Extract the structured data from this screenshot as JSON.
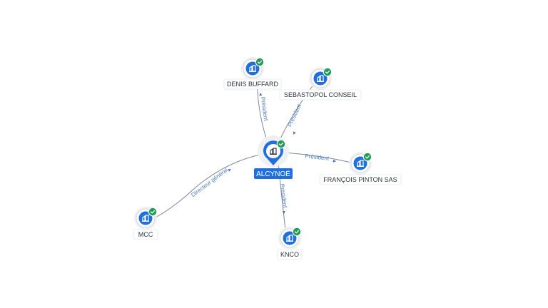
{
  "center": {
    "label": "ALCYNOÉ",
    "icon": "building-icon"
  },
  "nodes": [
    {
      "id": "denis",
      "label": "DENIS BUFFARD",
      "icon": "building-icon",
      "verified": true
    },
    {
      "id": "sebastopol",
      "label": "SEBASTOPOL CONSEIL",
      "icon": "building-icon",
      "verified": true
    },
    {
      "id": "pinton",
      "label": "FRANÇOIS PINTON SAS",
      "icon": "building-icon",
      "verified": true
    },
    {
      "id": "knco",
      "label": "KNCO",
      "icon": "building-icon",
      "verified": true
    },
    {
      "id": "mcc",
      "label": "MCC",
      "icon": "building-icon",
      "verified": true
    }
  ],
  "edges": [
    {
      "to": "denis",
      "label": "Président"
    },
    {
      "to": "sebastopol",
      "label": "Président"
    },
    {
      "to": "pinton",
      "label": "Président"
    },
    {
      "to": "knco",
      "label": "Président"
    },
    {
      "to": "mcc",
      "label": "Directeur général"
    }
  ],
  "colors": {
    "brand": "#1f6fe0",
    "verified": "#1f9d55",
    "edge_label": "#4a78c8"
  }
}
